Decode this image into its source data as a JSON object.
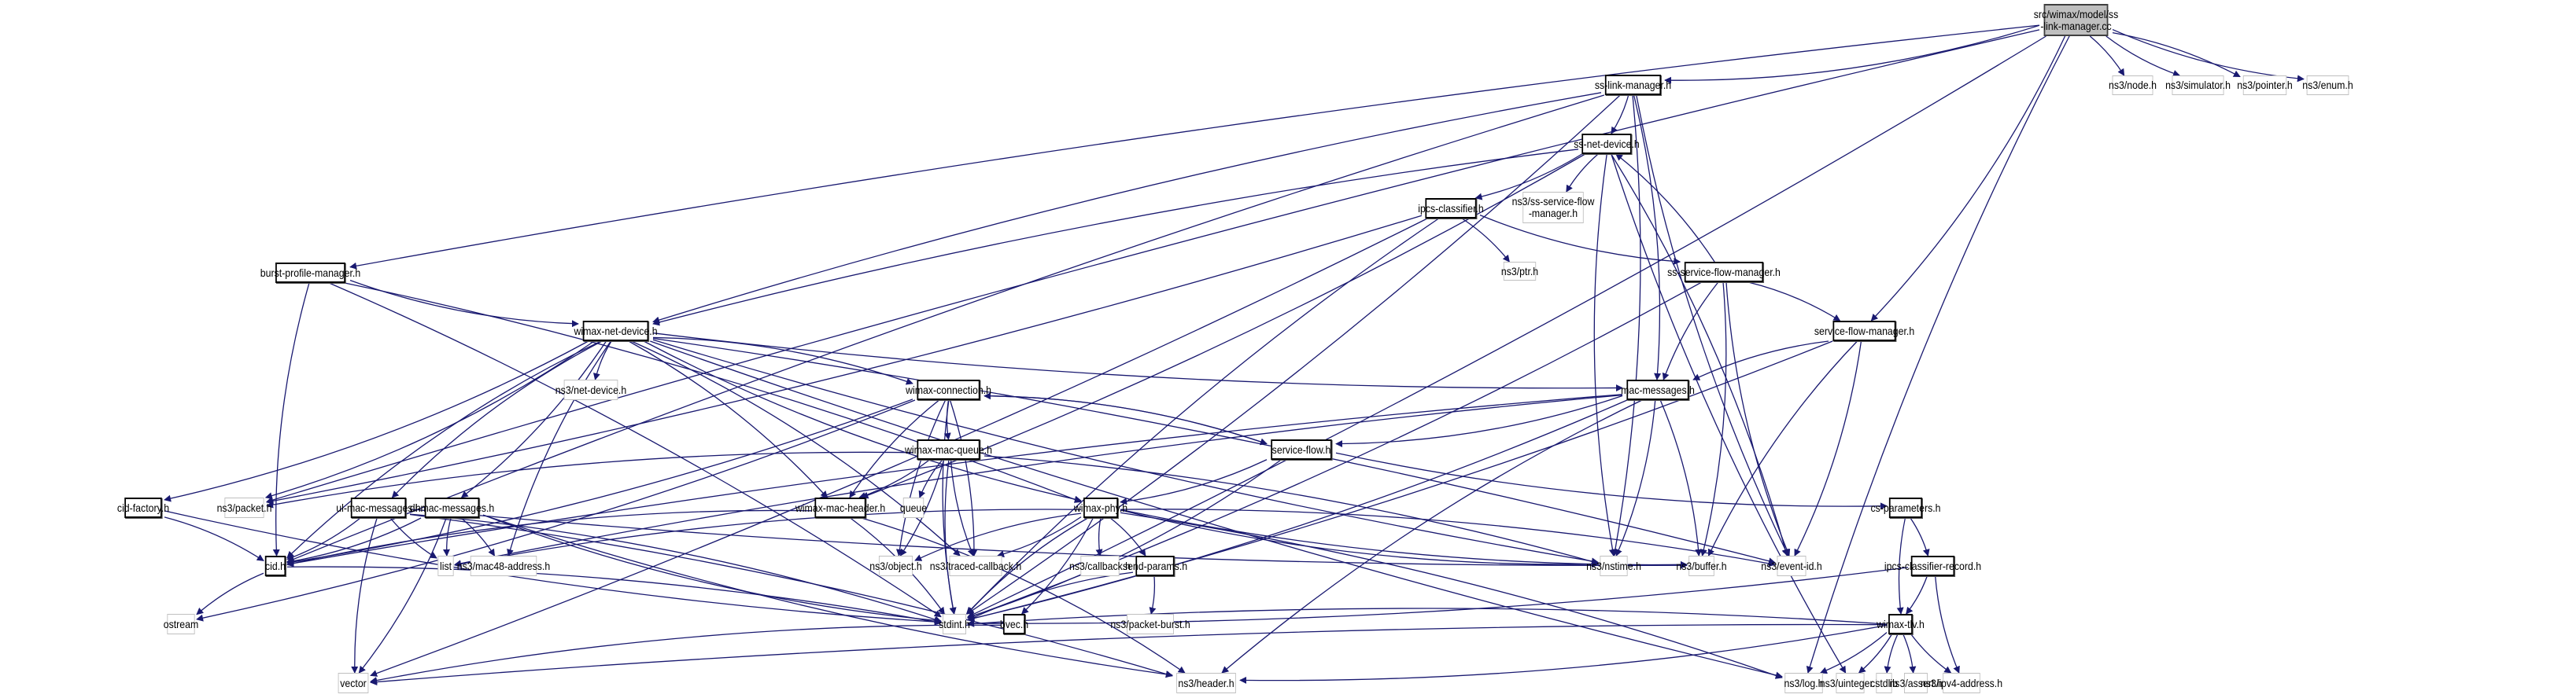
{
  "diagram": {
    "title": "src/wimax/model/ss-link-manager.cc include dependency graph",
    "edge_color": "#191970",
    "nodes": [
      {
        "id": "root",
        "label": "src/wimax/model/ss\n-link-manager.cc",
        "kind": "root"
      },
      {
        "id": "ns3-node",
        "label": "ns3/node.h",
        "kind": "ext"
      },
      {
        "id": "ns3-simulator",
        "label": "ns3/simulator.h",
        "kind": "ext"
      },
      {
        "id": "ns3-pointer",
        "label": "ns3/pointer.h",
        "kind": "ext"
      },
      {
        "id": "ns3-enum",
        "label": "ns3/enum.h",
        "kind": "ext"
      },
      {
        "id": "ss-link-manager",
        "label": "ss-link-manager.h",
        "kind": "local"
      },
      {
        "id": "ss-net-device",
        "label": "ss-net-device.h",
        "kind": "local"
      },
      {
        "id": "ns3-ss-service-flow-manager",
        "label": "ns3/ss-service-flow\n-manager.h",
        "kind": "ext"
      },
      {
        "id": "ipcs-classifier",
        "label": "ipcs-classifier.h",
        "kind": "local"
      },
      {
        "id": "ns3-ptr",
        "label": "ns3/ptr.h",
        "kind": "ext"
      },
      {
        "id": "ss-service-flow-manager",
        "label": "ss-service-flow-manager.h",
        "kind": "local"
      },
      {
        "id": "burst-profile-manager",
        "label": "burst-profile-manager.h",
        "kind": "local"
      },
      {
        "id": "service-flow-manager",
        "label": "service-flow-manager.h",
        "kind": "local"
      },
      {
        "id": "wimax-net-device",
        "label": "wimax-net-device.h",
        "kind": "local"
      },
      {
        "id": "ns3-net-device",
        "label": "ns3/net-device.h",
        "kind": "ext"
      },
      {
        "id": "mac-messages",
        "label": "mac-messages.h",
        "kind": "local"
      },
      {
        "id": "wimax-connection",
        "label": "wimax-connection.h",
        "kind": "local"
      },
      {
        "id": "service-flow",
        "label": "service-flow.h",
        "kind": "local"
      },
      {
        "id": "wimax-mac-queue",
        "label": "wimax-mac-queue.h",
        "kind": "local"
      },
      {
        "id": "queue",
        "label": "queue",
        "kind": "ext"
      },
      {
        "id": "ns3-packet",
        "label": "ns3/packet.h",
        "kind": "ext"
      },
      {
        "id": "cid-factory",
        "label": "cid-factory.h",
        "kind": "local"
      },
      {
        "id": "ul-mac-messages",
        "label": "ul-mac-messages.h",
        "kind": "local"
      },
      {
        "id": "dl-mac-messages",
        "label": "dl-mac-messages.h",
        "kind": "local"
      },
      {
        "id": "wimax-mac-header",
        "label": "wimax-mac-header.h",
        "kind": "local"
      },
      {
        "id": "wimax-phy",
        "label": "wimax-phy.h",
        "kind": "local"
      },
      {
        "id": "cs-parameters",
        "label": "cs-parameters.h",
        "kind": "local"
      },
      {
        "id": "cid",
        "label": "cid.h",
        "kind": "local"
      },
      {
        "id": "list",
        "label": "list",
        "kind": "ext"
      },
      {
        "id": "ns3-mac48-address",
        "label": "ns3/mac48-address.h",
        "kind": "ext"
      },
      {
        "id": "ns3-object",
        "label": "ns3/object.h",
        "kind": "ext"
      },
      {
        "id": "ns3-traced-callback",
        "label": "ns3/traced-callback.h",
        "kind": "ext"
      },
      {
        "id": "ns3-callback",
        "label": "ns3/callback.h",
        "kind": "ext"
      },
      {
        "id": "send-params",
        "label": "send-params.h",
        "kind": "local"
      },
      {
        "id": "ns3-nstime",
        "label": "ns3/nstime.h",
        "kind": "ext"
      },
      {
        "id": "ns3-buffer",
        "label": "ns3/buffer.h",
        "kind": "ext"
      },
      {
        "id": "ns3-event-id",
        "label": "ns3/event-id.h",
        "kind": "ext"
      },
      {
        "id": "ipcs-classifier-record",
        "label": "ipcs-classifier-record.h",
        "kind": "local"
      },
      {
        "id": "ostream",
        "label": "ostream",
        "kind": "ext"
      },
      {
        "id": "stdint",
        "label": "stdint.h",
        "kind": "ext"
      },
      {
        "id": "bvec",
        "label": "bvec.h",
        "kind": "local"
      },
      {
        "id": "ns3-packet-burst",
        "label": "ns3/packet-burst.h",
        "kind": "ext"
      },
      {
        "id": "wimax-tlv",
        "label": "wimax-tlv.h",
        "kind": "local"
      },
      {
        "id": "vector",
        "label": "vector",
        "kind": "ext"
      },
      {
        "id": "ns3-header",
        "label": "ns3/header.h",
        "kind": "ext"
      },
      {
        "id": "ns3-log",
        "label": "ns3/log.h",
        "kind": "ext"
      },
      {
        "id": "ns3-uinteger",
        "label": "ns3/uinteger.h",
        "kind": "ext"
      },
      {
        "id": "cstdlib",
        "label": "cstdlib",
        "kind": "ext"
      },
      {
        "id": "ns3-assert",
        "label": "ns3/assert.h",
        "kind": "ext"
      },
      {
        "id": "ns3-ipv4-address",
        "label": "ns3/ipv4-address.h",
        "kind": "ext"
      }
    ],
    "edges": [
      [
        "root",
        "ns3-node"
      ],
      [
        "root",
        "ns3-simulator"
      ],
      [
        "root",
        "ns3-pointer"
      ],
      [
        "root",
        "ns3-enum"
      ],
      [
        "root",
        "ss-link-manager"
      ],
      [
        "root",
        "burst-profile-manager"
      ],
      [
        "root",
        "service-flow-manager"
      ],
      [
        "root",
        "ns3-packet"
      ],
      [
        "root",
        "stdint"
      ],
      [
        "root",
        "ns3-log"
      ],
      [
        "ss-link-manager",
        "ss-net-device"
      ],
      [
        "ss-link-manager",
        "wimax-net-device"
      ],
      [
        "ss-link-manager",
        "mac-messages"
      ],
      [
        "ss-link-manager",
        "cid"
      ],
      [
        "ss-link-manager",
        "ns3-nstime"
      ],
      [
        "ss-link-manager",
        "ns3-event-id"
      ],
      [
        "ss-link-manager",
        "stdint"
      ],
      [
        "ss-net-device",
        "ns3-ss-service-flow-manager"
      ],
      [
        "ss-net-device",
        "ipcs-classifier"
      ],
      [
        "ss-net-device",
        "wimax-net-device"
      ],
      [
        "ss-net-device",
        "wimax-mac-header"
      ],
      [
        "ss-net-device",
        "ns3-nstime"
      ],
      [
        "ss-net-device",
        "ns3-event-id"
      ],
      [
        "ss-net-device",
        "ns3-uinteger"
      ],
      [
        "ipcs-classifier",
        "ns3-ptr"
      ],
      [
        "ipcs-classifier",
        "ss-service-flow-manager"
      ],
      [
        "ipcs-classifier",
        "ns3-packet"
      ],
      [
        "ipcs-classifier",
        "stdint"
      ],
      [
        "ipcs-classifier",
        "vector"
      ],
      [
        "ss-service-flow-manager",
        "ss-net-device"
      ],
      [
        "ss-service-flow-manager",
        "service-flow-manager"
      ],
      [
        "ss-service-flow-manager",
        "mac-messages"
      ],
      [
        "ss-service-flow-manager",
        "ns3-buffer"
      ],
      [
        "ss-service-flow-manager",
        "ns3-event-id"
      ],
      [
        "ss-service-flow-manager",
        "stdint"
      ],
      [
        "burst-profile-manager",
        "wimax-net-device"
      ],
      [
        "burst-profile-manager",
        "wimax-phy"
      ],
      [
        "burst-profile-manager",
        "cid"
      ],
      [
        "burst-profile-manager",
        "stdint"
      ],
      [
        "service-flow-manager",
        "mac-messages"
      ],
      [
        "service-flow-manager",
        "ns3-event-id"
      ],
      [
        "service-flow-manager",
        "ns3-buffer"
      ],
      [
        "service-flow-manager",
        "stdint"
      ],
      [
        "wimax-net-device",
        "ns3-net-device"
      ],
      [
        "wimax-net-device",
        "wimax-connection"
      ],
      [
        "wimax-net-device",
        "mac-messages"
      ],
      [
        "wimax-net-device",
        "wimax-mac-header"
      ],
      [
        "wimax-net-device",
        "wimax-phy"
      ],
      [
        "wimax-net-device",
        "cid-factory"
      ],
      [
        "wimax-net-device",
        "ul-mac-messages"
      ],
      [
        "wimax-net-device",
        "dl-mac-messages"
      ],
      [
        "wimax-net-device",
        "cid"
      ],
      [
        "wimax-net-device",
        "ns3-packet"
      ],
      [
        "wimax-net-device",
        "ns3-mac48-address"
      ],
      [
        "wimax-net-device",
        "ns3-traced-callback"
      ],
      [
        "wimax-net-device",
        "ns3-nstime"
      ],
      [
        "wimax-net-device",
        "ns3-event-id"
      ],
      [
        "wimax-net-device",
        "ns3-log"
      ],
      [
        "mac-messages",
        "service-flow"
      ],
      [
        "mac-messages",
        "cid"
      ],
      [
        "mac-messages",
        "ns3-buffer"
      ],
      [
        "mac-messages",
        "list"
      ],
      [
        "mac-messages",
        "stdint"
      ],
      [
        "mac-messages",
        "ns3-header"
      ],
      [
        "mac-messages",
        "ns3-nstime"
      ],
      [
        "wimax-connection",
        "wimax-mac-queue"
      ],
      [
        "wimax-connection",
        "service-flow"
      ],
      [
        "wimax-connection",
        "wimax-mac-header"
      ],
      [
        "wimax-connection",
        "cid"
      ],
      [
        "wimax-connection",
        "ns3-object"
      ],
      [
        "wimax-connection",
        "ns3-traced-callback"
      ],
      [
        "wimax-connection",
        "stdint"
      ],
      [
        "wimax-connection",
        "ostream"
      ],
      [
        "service-flow",
        "wimax-connection"
      ],
      [
        "service-flow",
        "wimax-phy"
      ],
      [
        "service-flow",
        "cs-parameters"
      ],
      [
        "service-flow",
        "stdint"
      ],
      [
        "wimax-mac-queue",
        "queue"
      ],
      [
        "wimax-mac-queue",
        "wimax-mac-header"
      ],
      [
        "wimax-mac-queue",
        "ns3-packet"
      ],
      [
        "wimax-mac-queue",
        "ns3-object"
      ],
      [
        "wimax-mac-queue",
        "ns3-traced-callback"
      ],
      [
        "wimax-mac-queue",
        "ns3-nstime"
      ],
      [
        "wimax-mac-queue",
        "stdint"
      ],
      [
        "cid-factory",
        "cid"
      ],
      [
        "cid-factory",
        "stdint"
      ],
      [
        "ul-mac-messages",
        "cid"
      ],
      [
        "ul-mac-messages",
        "list"
      ],
      [
        "ul-mac-messages",
        "stdint"
      ],
      [
        "ul-mac-messages",
        "vector"
      ],
      [
        "ul-mac-messages",
        "ns3-header"
      ],
      [
        "ul-mac-messages",
        "ns3-buffer"
      ],
      [
        "dl-mac-messages",
        "cid"
      ],
      [
        "dl-mac-messages",
        "list"
      ],
      [
        "dl-mac-messages",
        "ns3-mac48-address"
      ],
      [
        "dl-mac-messages",
        "stdint"
      ],
      [
        "dl-mac-messages",
        "vector"
      ],
      [
        "dl-mac-messages",
        "ns3-header"
      ],
      [
        "wimax-mac-header",
        "stdint"
      ],
      [
        "wimax-mac-header",
        "cid"
      ],
      [
        "wimax-mac-header",
        "ns3-header"
      ],
      [
        "wimax-phy",
        "ns3-object"
      ],
      [
        "wimax-phy",
        "ns3-traced-callback"
      ],
      [
        "wimax-phy",
        "ns3-callback"
      ],
      [
        "wimax-phy",
        "send-params"
      ],
      [
        "wimax-phy",
        "ns3-nstime"
      ],
      [
        "wimax-phy",
        "ns3-event-id"
      ],
      [
        "wimax-phy",
        "stdint"
      ],
      [
        "wimax-phy",
        "bvec"
      ],
      [
        "wimax-phy",
        "list"
      ],
      [
        "wimax-phy",
        "ns3-log"
      ],
      [
        "wimax-phy",
        "ns3-buffer"
      ],
      [
        "cs-parameters",
        "ipcs-classifier-record"
      ],
      [
        "cs-parameters",
        "wimax-tlv"
      ],
      [
        "ipcs-classifier-record",
        "wimax-tlv"
      ],
      [
        "ipcs-classifier-record",
        "ns3-ipv4-address"
      ],
      [
        "ipcs-classifier-record",
        "stdint"
      ],
      [
        "send-params",
        "stdint"
      ],
      [
        "send-params",
        "ns3-packet-burst"
      ],
      [
        "cid",
        "ostream"
      ],
      [
        "cid",
        "stdint"
      ],
      [
        "bvec",
        "vector"
      ],
      [
        "wimax-tlv",
        "ns3-uinteger"
      ],
      [
        "wimax-tlv",
        "cstdlib"
      ],
      [
        "wimax-tlv",
        "ns3-assert"
      ],
      [
        "wimax-tlv",
        "ns3-ipv4-address"
      ],
      [
        "wimax-tlv",
        "ns3-log"
      ],
      [
        "wimax-tlv",
        "vector"
      ],
      [
        "wimax-tlv",
        "ns3-header"
      ],
      [
        "wimax-tlv",
        "stdint"
      ]
    ]
  }
}
